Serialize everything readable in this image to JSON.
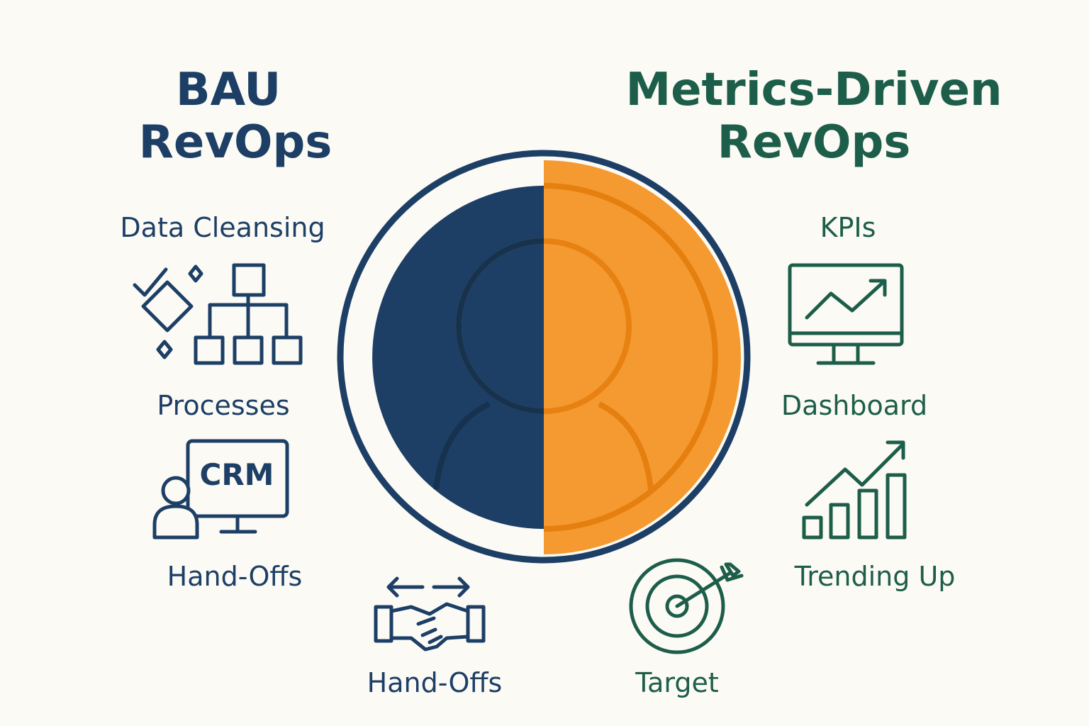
{
  "left": {
    "title_line1": "BAU",
    "title_line2": "RevOps",
    "labels": [
      "Data Cleansing",
      "Processes",
      "Hand-Offs",
      "Hand-Offs"
    ],
    "icon_crm_text": "CRM"
  },
  "right": {
    "title_line1": "Metrics-Driven",
    "title_line2": "RevOps",
    "labels": [
      "KPIs",
      "Dashboard",
      "Trending Up",
      "Target"
    ]
  },
  "colors": {
    "navy": "#1d3f66",
    "green": "#1d5e4a",
    "orange": "#f59a30",
    "background": "#fcfaf5"
  }
}
